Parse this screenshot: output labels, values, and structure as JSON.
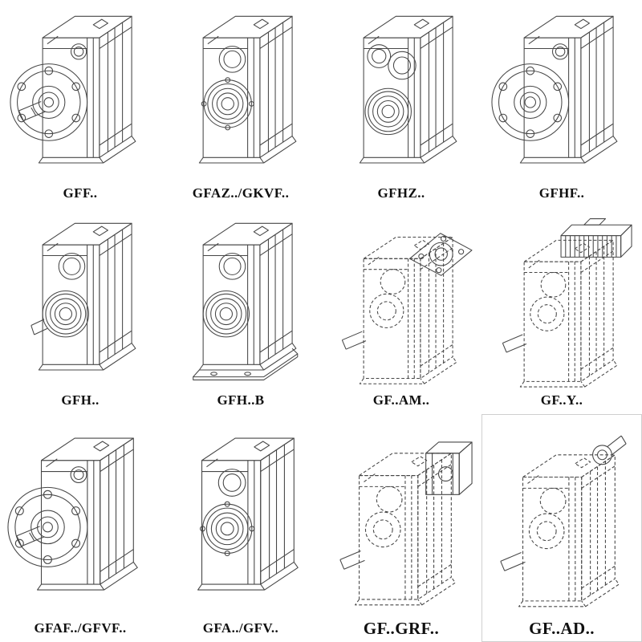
{
  "background_color": "#ffffff",
  "line_color": "#474747",
  "label_color": "#101010",
  "grid": {
    "columns": 4,
    "rows": 3,
    "items": [
      {
        "label": "GFF..",
        "drawing": "flange-mounted-solid-shaft",
        "line_style": "solid"
      },
      {
        "label": "GFAZ../GKVF..",
        "drawing": "shaft-mounted-hollow-bore",
        "line_style": "solid"
      },
      {
        "label": "GFHZ..",
        "drawing": "hollow-shaft-unit",
        "line_style": "solid"
      },
      {
        "label": "GFHF..",
        "drawing": "flange-mounted-hollow-shaft",
        "line_style": "solid"
      },
      {
        "label": "GFH..",
        "drawing": "hollow-shaft-stub",
        "line_style": "solid"
      },
      {
        "label": "GFH..B",
        "drawing": "hollow-shaft-foot-mounted",
        "line_style": "solid"
      },
      {
        "label": "GF..AM..",
        "drawing": "iec-motor-adapter-phantom",
        "line_style": "dashed"
      },
      {
        "label": "GF..Y..",
        "drawing": "integral-motor-phantom",
        "line_style": "dashed"
      },
      {
        "label": "GFAF../GFVF..",
        "drawing": "flange-mounted-solid-shaft",
        "line_style": "solid"
      },
      {
        "label": "GFA../GFV..",
        "drawing": "shaft-mounted-hollow-bore",
        "line_style": "solid"
      },
      {
        "label": "GF..GRF..",
        "drawing": "primary-gear-stage-phantom",
        "line_style": "dashed"
      },
      {
        "label": "GF..AD..",
        "drawing": "input-shaft-adapter-phantom",
        "line_style": "dashed"
      }
    ]
  }
}
